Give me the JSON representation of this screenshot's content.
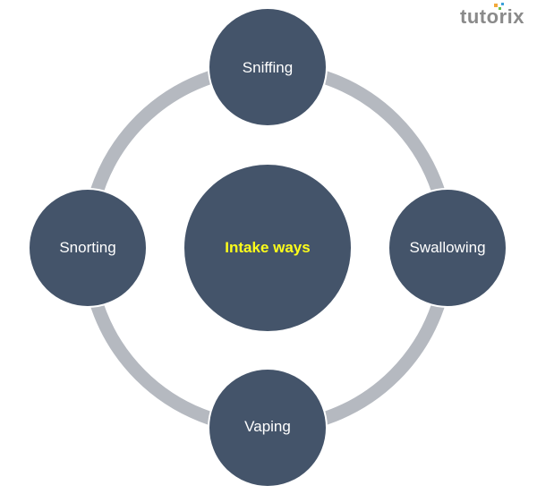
{
  "logo": "tutorix",
  "center": "Intake ways",
  "nodes": [
    "Sniffing",
    "Swallowing",
    "Vaping",
    "Snorting"
  ],
  "colors": {
    "node": "#44546a",
    "ring": "#b5b9c0",
    "center_text": "#ffff1a",
    "node_text": "#ffffff"
  }
}
